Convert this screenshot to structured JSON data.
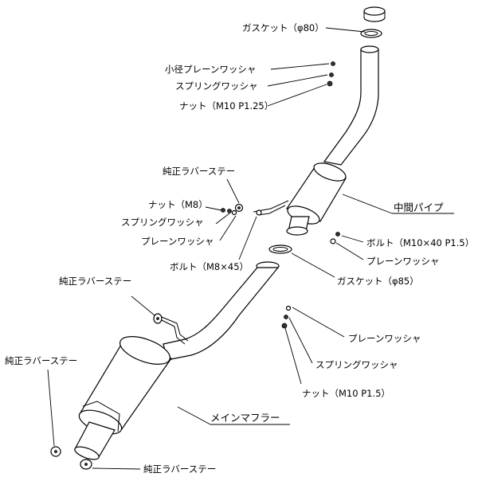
{
  "labels": {
    "gasket_80": "ガスケット（φ80）",
    "small_plain_washer": "小径プレーンワッシャ",
    "spring_washer_top": "スプリングワッシャ",
    "nut_m10_top": "ナット（M10 P1.25）",
    "rubber_stay_mid": "純正ラバーステー",
    "nut_m8": "ナット（M8）",
    "spring_washer_mid": "スプリングワッシャ",
    "plain_washer_mid": "プレーンワッシャ",
    "bolt_m8x45": "ボルト（M8×45）",
    "center_pipe": "中間パイプ",
    "bolt_m10x40": "ボルト（M10×40 P1.5）",
    "plain_washer_right": "プレーンワッシャ",
    "gasket_85": "ガスケット（φ85）",
    "rubber_stay_left": "純正ラバーステー",
    "plain_washer_lower": "プレーンワッシャ",
    "rubber_stay_far_left": "純正ラバーステー",
    "spring_washer_lower": "スプリングワッシャ",
    "nut_m10_lower": "ナット（M10 P1.5）",
    "main_muffler": "メインマフラー",
    "rubber_stay_bottom": "純正ラバーステー"
  }
}
